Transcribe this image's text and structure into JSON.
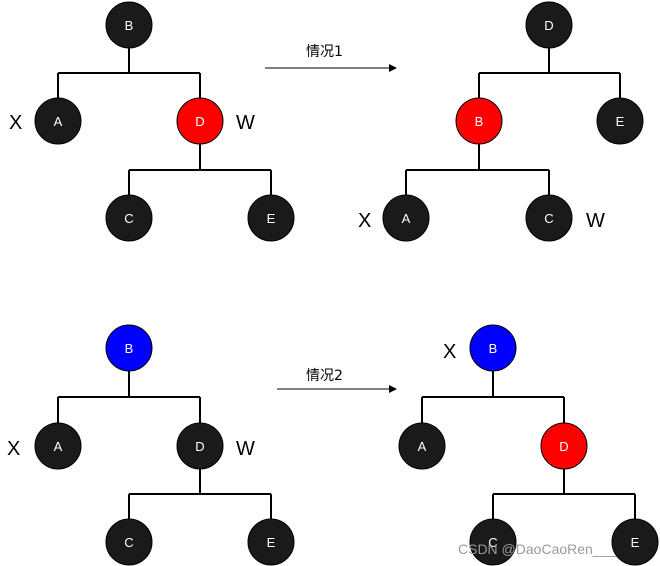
{
  "colors": {
    "black_node": "#1a1a1a",
    "red_node": "#ff0000",
    "blue_node": "#0000ff",
    "edge": "#000000",
    "node_text": "#ffffff"
  },
  "case1": {
    "arrow_label": "情况1",
    "before": {
      "nodes": [
        {
          "id": "B",
          "label": "B",
          "color": "black"
        },
        {
          "id": "A",
          "label": "A",
          "color": "black"
        },
        {
          "id": "D",
          "label": "D",
          "color": "red"
        },
        {
          "id": "C",
          "label": "C",
          "color": "black"
        },
        {
          "id": "E",
          "label": "E",
          "color": "black"
        }
      ],
      "edges": [
        [
          "B",
          "A"
        ],
        [
          "B",
          "D"
        ],
        [
          "D",
          "C"
        ],
        [
          "D",
          "E"
        ]
      ],
      "x_label": "X",
      "w_label": "W"
    },
    "after": {
      "nodes": [
        {
          "id": "D",
          "label": "D",
          "color": "black"
        },
        {
          "id": "B",
          "label": "B",
          "color": "red"
        },
        {
          "id": "E",
          "label": "E",
          "color": "black"
        },
        {
          "id": "A",
          "label": "A",
          "color": "black"
        },
        {
          "id": "C",
          "label": "C",
          "color": "black"
        }
      ],
      "edges": [
        [
          "D",
          "B"
        ],
        [
          "D",
          "E"
        ],
        [
          "B",
          "A"
        ],
        [
          "B",
          "C"
        ]
      ],
      "x_label": "X",
      "w_label": "W"
    }
  },
  "case2": {
    "arrow_label": "情况2",
    "before": {
      "nodes": [
        {
          "id": "B",
          "label": "B",
          "color": "blue"
        },
        {
          "id": "A",
          "label": "A",
          "color": "black"
        },
        {
          "id": "D",
          "label": "D",
          "color": "black"
        },
        {
          "id": "C",
          "label": "C",
          "color": "black"
        },
        {
          "id": "E",
          "label": "E",
          "color": "black"
        }
      ],
      "edges": [
        [
          "B",
          "A"
        ],
        [
          "B",
          "D"
        ],
        [
          "D",
          "C"
        ],
        [
          "D",
          "E"
        ]
      ],
      "x_label": "X",
      "w_label": "W"
    },
    "after": {
      "nodes": [
        {
          "id": "B",
          "label": "B",
          "color": "blue"
        },
        {
          "id": "A",
          "label": "A",
          "color": "black"
        },
        {
          "id": "D",
          "label": "D",
          "color": "red"
        },
        {
          "id": "C",
          "label": "C",
          "color": "black"
        },
        {
          "id": "E",
          "label": "E",
          "color": "black"
        }
      ],
      "edges": [
        [
          "B",
          "A"
        ],
        [
          "B",
          "D"
        ],
        [
          "D",
          "C"
        ],
        [
          "D",
          "E"
        ]
      ],
      "x_label": "X"
    }
  },
  "watermark": "CSDN @DaoCaoRen___"
}
